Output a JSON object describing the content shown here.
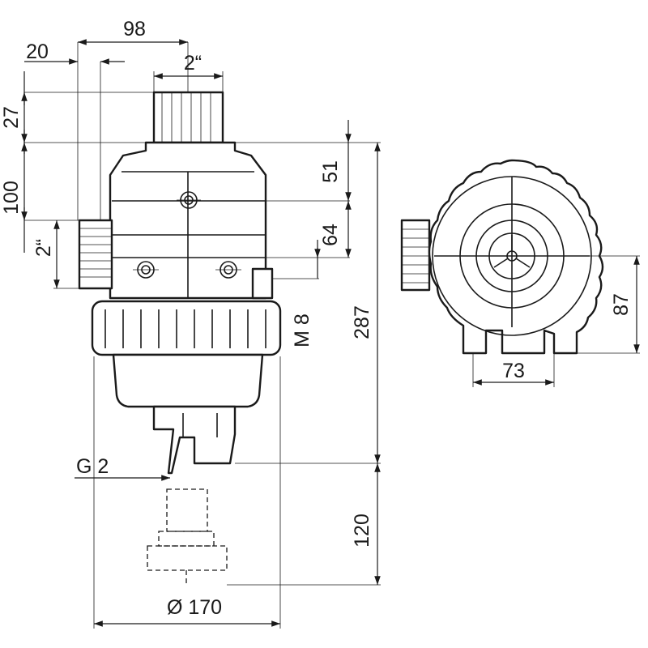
{
  "dimensions": {
    "width_98": "98",
    "width_20": "20",
    "thread_top": "2“",
    "height_27": "27",
    "height_100": "100",
    "side_thread": "2“",
    "height_51": "51",
    "height_64": "64",
    "bolt_m8": "M 8",
    "height_287": "287",
    "height_120": "120",
    "outlet_g2": "G 2",
    "diameter_170": "Ø 170",
    "side_width_73": "73",
    "side_height_87": "87"
  }
}
